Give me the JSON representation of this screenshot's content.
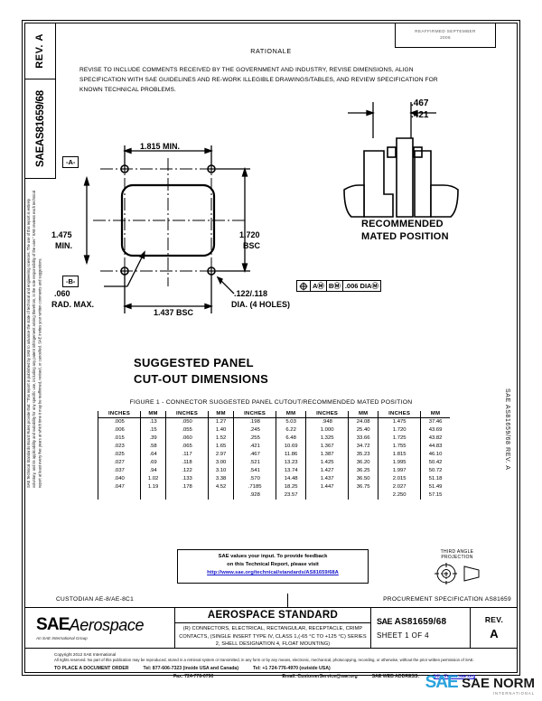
{
  "document": {
    "rev_label": "REV.",
    "rev_value": "A",
    "doc_id_sae": "SAE",
    "doc_id_number": "AS81659/68",
    "stamp_line1": "REAFFIRMED SEPTEMBER",
    "stamp_line2": "2006",
    "right_margin_code": "SAE AS81659/68 REV. A",
    "left_margin_legal": "SAE Technical Standards Board Rules provide that: \"This report is published by SAE to advance the state of technical and engineering sciences. The use of this report is entirely voluntary, and its applicability and suitability for any specific use, including any patent infringement arising therefrom, is the sole responsibility of the user.\" SAE reviews each technical report at least every five years at which time it may be reaffirmed, revised, or cancelled. SAE invites your written comments and suggestions."
  },
  "rationale": {
    "title": "RATIONALE",
    "body": "REVISE TO INCLUDE COMMENTS RECEIVED BY THE GOVERNMENT AND INDUSTRY, REVISE DIMENSIONS, ALIGN SPECIFICATION WITH SAE GUIDELINES AND RE-WORK ILLEGIBLE DRAWINGS/TABLES, AND REVIEW SPECIFICATION FOR KNOWN TECHNICAL PROBLEMS."
  },
  "panel_drawing": {
    "dim_width_top": "1.815 MIN.",
    "dim_height_left": "1.475",
    "dim_height_left2": "MIN.",
    "dim_height_right": "1.720",
    "dim_height_right2": "BSC",
    "dim_width_bottom": "1.437 BSC",
    "datum_a": "-A-",
    "datum_b": "-B-",
    "radius_note1": ".060",
    "radius_note2": "RAD. MAX.",
    "hole_note1": ".122/.118",
    "hole_note2": "DIA. (4 HOLES)",
    "fcf": "A Ⓜ B Ⓜ .006 DIA Ⓜ",
    "fcf_text": "⌖ A Ⓜ B Ⓜ .006 DIA Ⓜ",
    "title_line1": "SUGGESTED PANEL",
    "title_line2": "CUT-OUT DIMENSIONS"
  },
  "mated_drawing": {
    "dim_upper": ".467",
    "dim_lower": ".421",
    "title_line1": "RECOMMENDED",
    "title_line2": "MATED POSITION"
  },
  "figure_caption": "FIGURE 1 - CONNECTOR SUGGESTED PANEL CUTOUT/RECOMMENDED MATED POSITION",
  "conversion_table": {
    "headers": [
      "INCHES",
      "MM"
    ],
    "groups": [
      {
        "rows": [
          [
            ".005",
            ".13"
          ],
          [
            ".006",
            ".15"
          ],
          [
            ".015",
            ".39"
          ],
          [
            ".023",
            ".58"
          ],
          [
            ".025",
            ".64"
          ],
          [
            ".027",
            ".69"
          ],
          [
            ".037",
            ".94"
          ],
          [
            ".040",
            "1.02"
          ],
          [
            ".047",
            "1.19"
          ]
        ]
      },
      {
        "rows": [
          [
            ".050",
            "1.27"
          ],
          [
            ".055",
            "1.40"
          ],
          [
            ".060",
            "1.52"
          ],
          [
            ".065",
            "1.65"
          ],
          [
            ".117",
            "2.97"
          ],
          [
            ".118",
            "3.00"
          ],
          [
            ".122",
            "3.10"
          ],
          [
            ".133",
            "3.38"
          ],
          [
            ".178",
            "4.52"
          ]
        ]
      },
      {
        "rows": [
          [
            ".198",
            "5.03"
          ],
          [
            ".245",
            "6.22"
          ],
          [
            ".255",
            "6.48"
          ],
          [
            ".421",
            "10.69"
          ],
          [
            ".467",
            "11.86"
          ],
          [
            ".521",
            "13.23"
          ],
          [
            ".541",
            "13.74"
          ],
          [
            ".570",
            "14.48"
          ],
          [
            ".7185",
            "18.25"
          ],
          [
            ".928",
            "23.57"
          ]
        ]
      },
      {
        "rows": [
          [
            ".948",
            "24.08"
          ],
          [
            "1.000",
            "25.40"
          ],
          [
            "1.325",
            "33.66"
          ],
          [
            "1.367",
            "34.72"
          ],
          [
            "1.387",
            "35.23"
          ],
          [
            "1.425",
            "36.20"
          ],
          [
            "1.427",
            "36.25"
          ],
          [
            "1.437",
            "36.50"
          ],
          [
            "1.447",
            "36.75"
          ]
        ]
      },
      {
        "rows": [
          [
            "1.475",
            "37.46"
          ],
          [
            "1.720",
            "43.69"
          ],
          [
            "1.725",
            "43.82"
          ],
          [
            "1.755",
            "44.83"
          ],
          [
            "1.815",
            "46.10"
          ],
          [
            "1.995",
            "50.42"
          ],
          [
            "1.997",
            "50.72"
          ],
          [
            "2.015",
            "51.18"
          ],
          [
            "2.027",
            "51.49"
          ],
          [
            "2.250",
            "57.15"
          ]
        ]
      }
    ]
  },
  "feedback": {
    "line1": "SAE values your input. To provide feedback",
    "line2": "on this Technical Report, please visit",
    "link": "http://www.sae.org/technical/standards/AS81659/68A"
  },
  "projection": {
    "label": "THIRD ANGLE PROJECTION"
  },
  "custodian": "CUSTODIAN  AE-8/AE-8C1",
  "procurement": "PROCUREMENT SPECIFICATION  AS81659",
  "title_block": {
    "logo_sae": "SAE",
    "logo_aerospace": "Aerospace",
    "logo_tagline": "An SAE International Group",
    "standard_title": "AEROSPACE STANDARD",
    "description": "(R) CONNECTORS, ELECTRICAL, RECTANGULAR, RECEPTACLE, CRIMP CONTACTS, (SINGLE INSERT TYPE IV, CLASS 1,(-65 °C TO +125 °C) SERIES 2, SHELL DESIGNATION 4, FLOAT MOUNTING)",
    "number_mark": "SAE",
    "number": "AS81659/68",
    "sheet": "SHEET 1 OF 4",
    "rev_label": "REV.",
    "rev_value": "A"
  },
  "footer": {
    "copyright": "Copyright 2012 SAE International",
    "rights": "All rights reserved. No part of this publication may be reproduced, stored in a retrieval system or transmitted, in any form or by any means, electronic, mechanical, photocopying, recording, or otherwise, without the prior written permission of SAE.",
    "order_label": "TO PLACE A DOCUMENT ORDER",
    "tel_us": "Tel:  877-606-7323 (inside USA and Canada)",
    "fax": "Fax: 724-776-0790",
    "tel_intl": "Tel:  +1 724-776-4970 (outside USA)",
    "email": "Email: CustomerService@sae.org",
    "web_label": "SAE WEB ADDRESS:",
    "web": "http://www.sae.org"
  },
  "watermark": {
    "part1": "SAE",
    "part2": "SAE NORM",
    "sub": "INTERNATIONAL"
  },
  "colors": {
    "link": "#1414cc",
    "watermark_blue": "#29a3dd",
    "line": "#000000"
  }
}
